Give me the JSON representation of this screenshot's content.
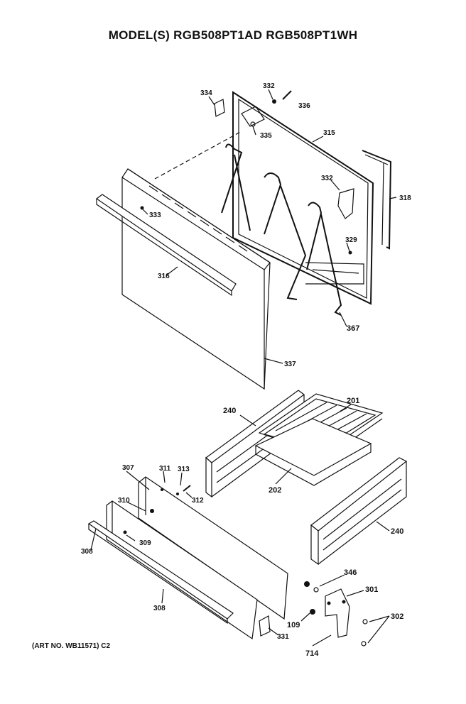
{
  "title": "MODEL(S) RGB508PT1AD  RGB508PT1WH",
  "art_number": "(ART NO. WB11571) C2",
  "callouts": {
    "c334": "334",
    "c332a": "332",
    "c336": "336",
    "c335": "335",
    "c315": "315",
    "c318": "318",
    "c332b": "332",
    "c333": "333",
    "c329": "329",
    "c316": "316",
    "c367": "367",
    "c337": "337",
    "c240a": "240",
    "c201": "201",
    "c202": "202",
    "c307": "307",
    "c311": "311",
    "c313": "313",
    "c312": "312",
    "c310": "310",
    "c309": "309",
    "c308a": "308",
    "c308b": "308",
    "c240b": "240",
    "c346": "346",
    "c301": "301",
    "c302": "302",
    "c109": "109",
    "c714": "714",
    "c331": "331"
  }
}
